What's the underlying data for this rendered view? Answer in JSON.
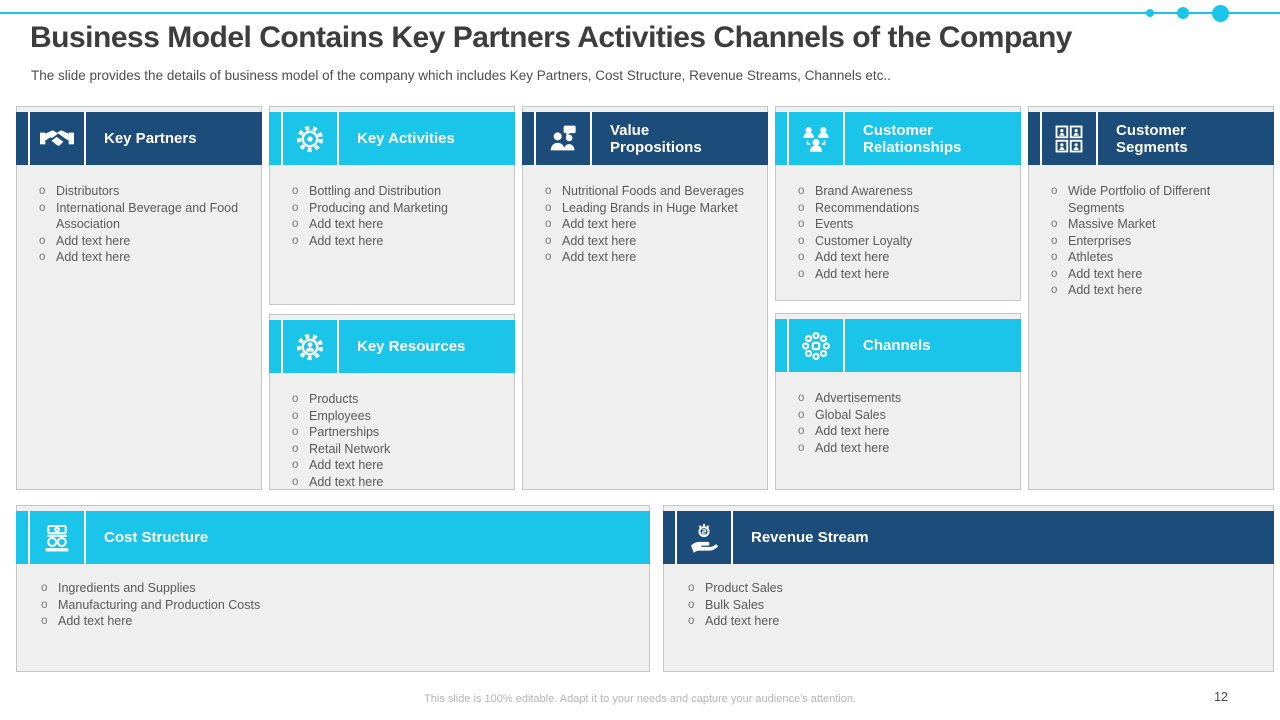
{
  "slide": {
    "title": "Business Model Contains Key Partners Activities Channels of the Company",
    "subtitle": "The slide provides the details of business model of the company which includes Key Partners, Cost Structure, Revenue Streams, Channels etc..",
    "footer": "This slide is 100% editable. Adapt it to your needs and capture your audience's attention.",
    "page_number": "12"
  },
  "colors": {
    "accent_cyan": "#1BC5E9",
    "accent_navy": "#1C4C7A",
    "card_background": "#EFEFEF",
    "card_border": "#C6C6C6",
    "body_text": "#595959",
    "title_text": "#3D3D3D"
  },
  "sections": {
    "key_partners": {
      "title": "Key Partners",
      "icon": "handshake-icon",
      "items": [
        "Distributors",
        "International Beverage and Food Association",
        "Add text here",
        "Add text here"
      ]
    },
    "key_activities": {
      "title": "Key Activities",
      "icon": "gear-icon",
      "items": [
        "Bottling and Distribution",
        "Producing and Marketing",
        "Add text here",
        "Add text here"
      ]
    },
    "key_resources": {
      "title": "Key Resources",
      "icon": "gear-person-icon",
      "items": [
        "Products",
        "Employees",
        "Partnerships",
        "Retail Network",
        "Add text here",
        "Add text here"
      ]
    },
    "value_propositions": {
      "title": "Value Propositions",
      "icon": "people-chat-icon",
      "items": [
        "Nutritional Foods and Beverages",
        "Leading Brands in Huge Market",
        "Add text here",
        "Add text here",
        "Add text here"
      ]
    },
    "customer_relationships": {
      "title": "Customer Relationships",
      "icon": "people-group-icon",
      "items": [
        "Brand Awareness",
        "Recommendations",
        "Events",
        "Customer Loyalty",
        "Add text here",
        "Add text here"
      ]
    },
    "channels": {
      "title": "Channels",
      "icon": "network-hub-icon",
      "items": [
        "Advertisements",
        "Global Sales",
        "Add text here",
        "Add text here"
      ]
    },
    "customer_segments": {
      "title": "Customer Segments",
      "icon": "segments-grid-icon",
      "items": [
        "Wide Portfolio of Different Segments",
        "Massive Market",
        "Enterprises",
        "Athletes",
        "Add text here",
        "Add text here"
      ]
    },
    "cost_structure": {
      "title": "Cost Structure",
      "icon": "money-stack-icon",
      "items": [
        "Ingredients and Supplies",
        "Manufacturing and Production Costs",
        "Add text here"
      ]
    },
    "revenue_stream": {
      "title": "Revenue Stream",
      "icon": "hand-money-icon",
      "items": [
        "Product Sales",
        "Bulk Sales",
        "Add text here"
      ]
    }
  }
}
